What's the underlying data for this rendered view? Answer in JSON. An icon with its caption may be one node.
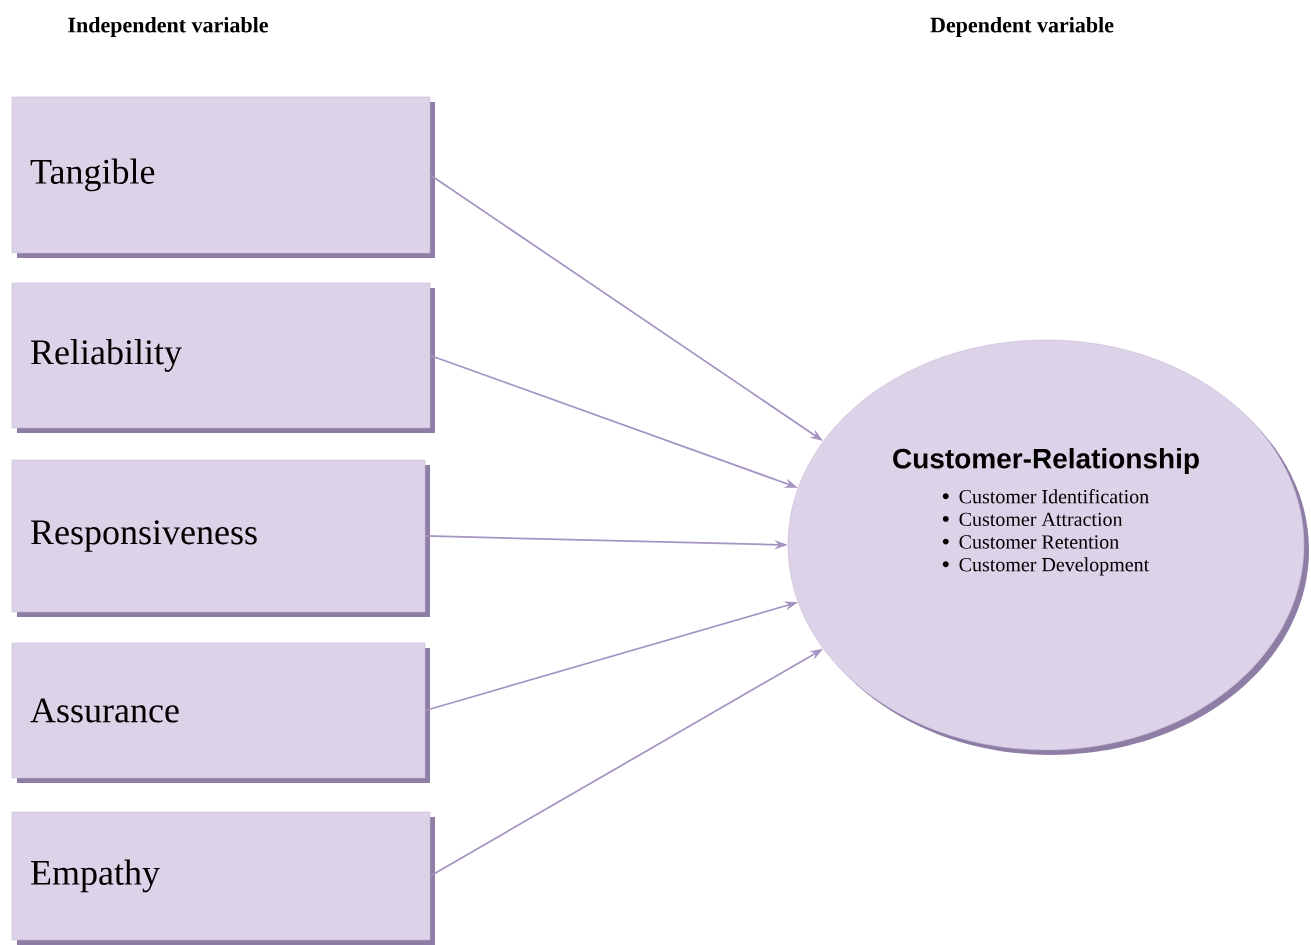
{
  "diagram": {
    "nodes": [
      {
        "text": [
          "Tangible"
        ]
      },
      {
        "text": [
          "Reliability"
        ]
      },
      {
        "text": [
          "Responsiveness"
        ]
      },
      {
        "text": [
          "Assurance"
        ]
      },
      {
        "text": [
          "Empathy"
        ]
      },
      {
        "text": [
          "Customer-Relationship",
          "Customer Identification",
          "Customer Attraction",
          "Customer Retention",
          "Customer Development"
        ]
      }
    ],
    "edges": [
      {
        "from": 0,
        "to": 5,
        "arrow": "to"
      },
      {
        "from": 1,
        "to": 5,
        "arrow": "to"
      },
      {
        "from": 2,
        "to": 5,
        "arrow": "to"
      },
      {
        "from": 3,
        "to": 5,
        "arrow": "to"
      },
      {
        "from": 4,
        "to": 5,
        "arrow": "to"
      }
    ],
    "labels": [
      "Independent variable",
      "Dependent variable"
    ]
  }
}
